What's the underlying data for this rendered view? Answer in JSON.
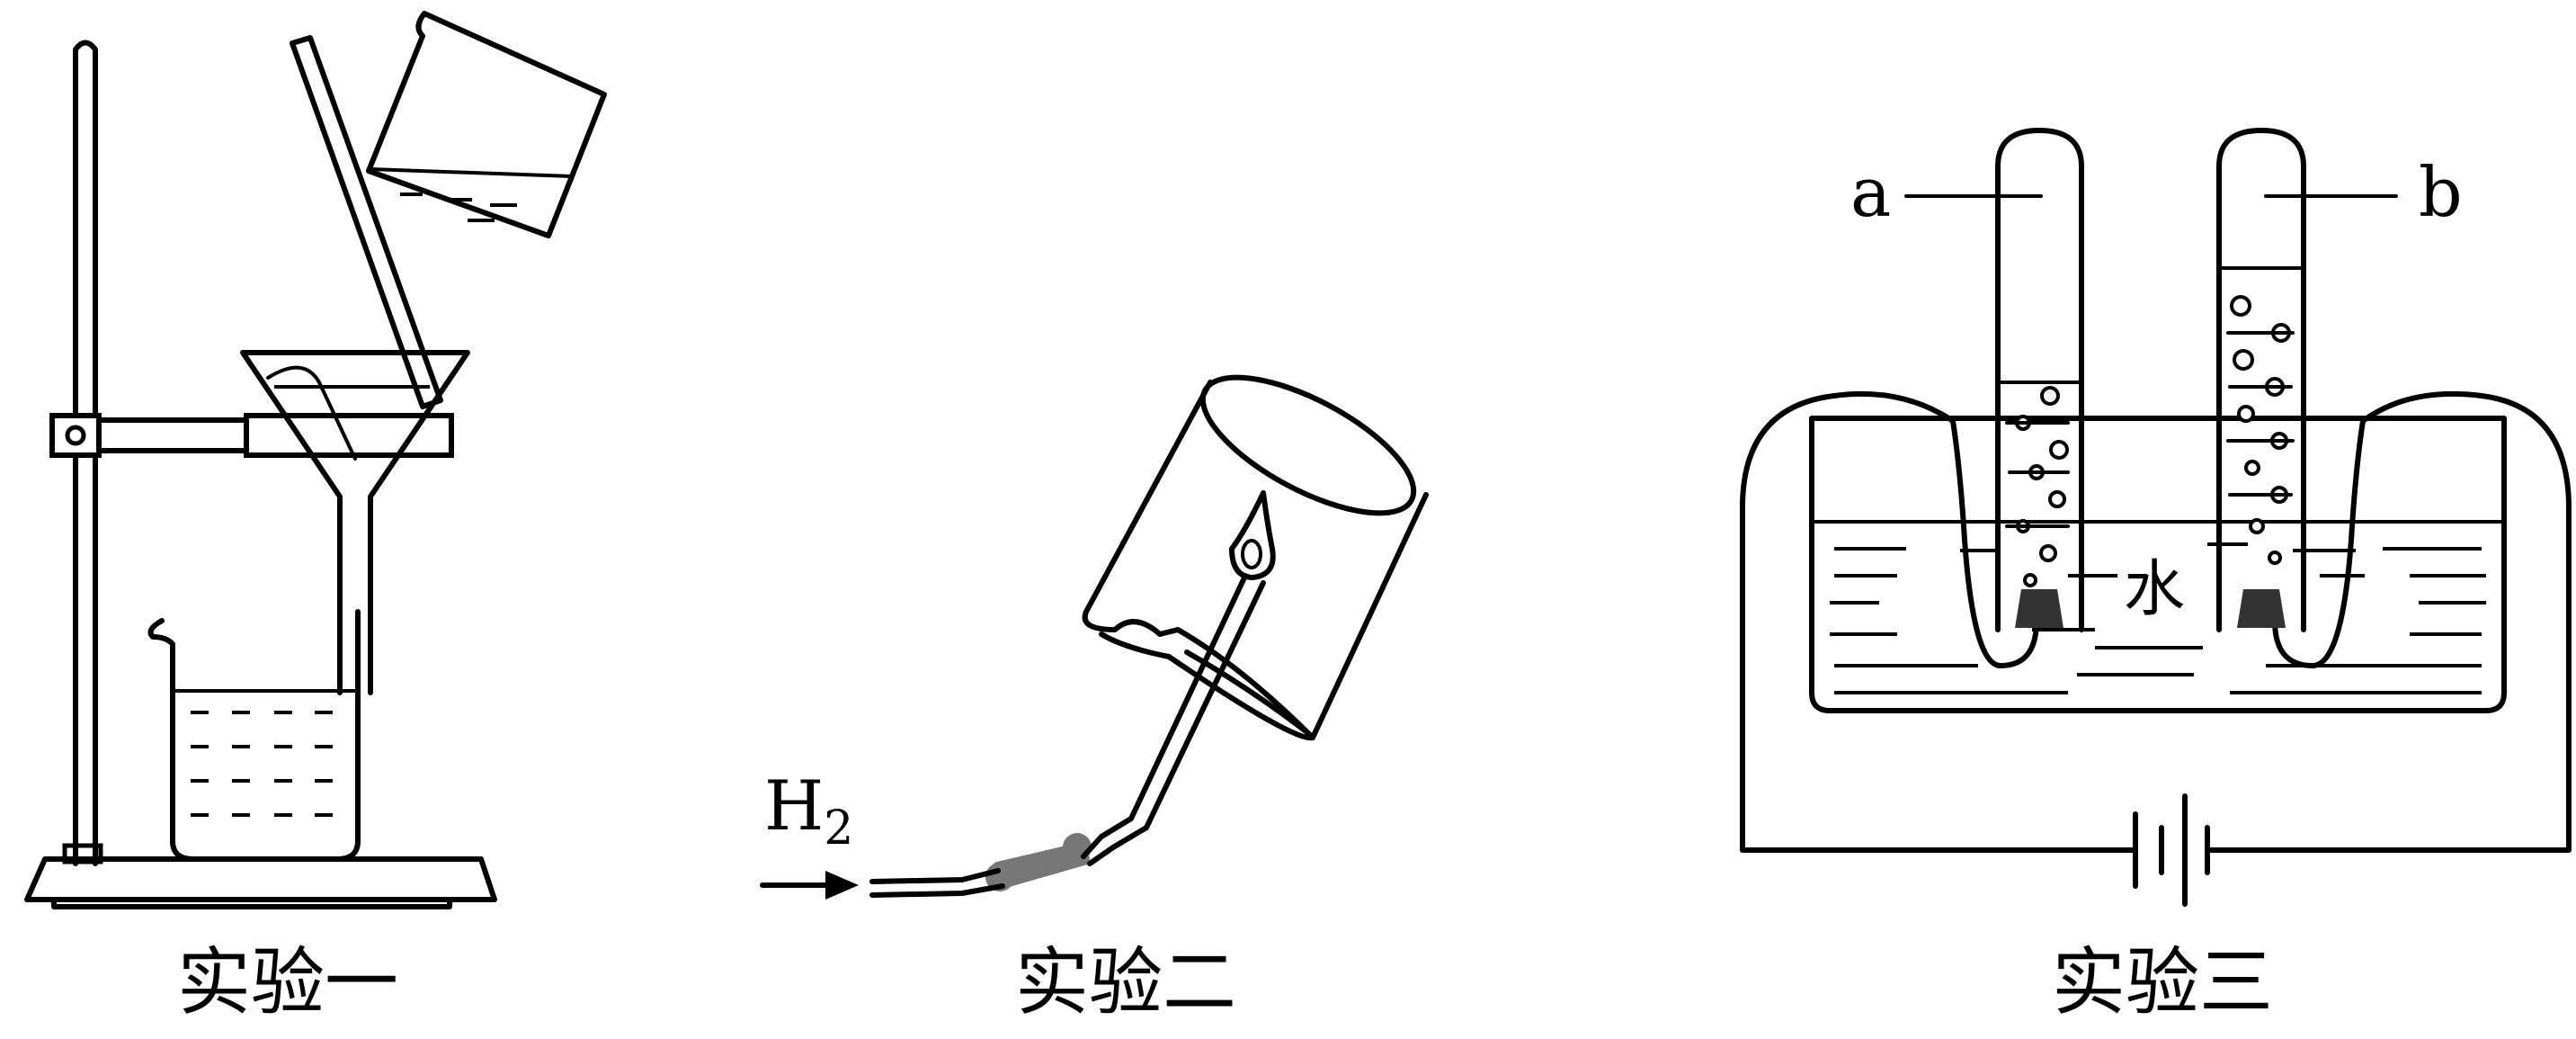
{
  "captions": {
    "exp1": "实验一",
    "exp2": "实验二",
    "exp3": "实验三"
  },
  "labels": {
    "h2_main": "H",
    "h2_sub": "2",
    "tube_a": "a",
    "tube_b": "b",
    "water": "水"
  }
}
